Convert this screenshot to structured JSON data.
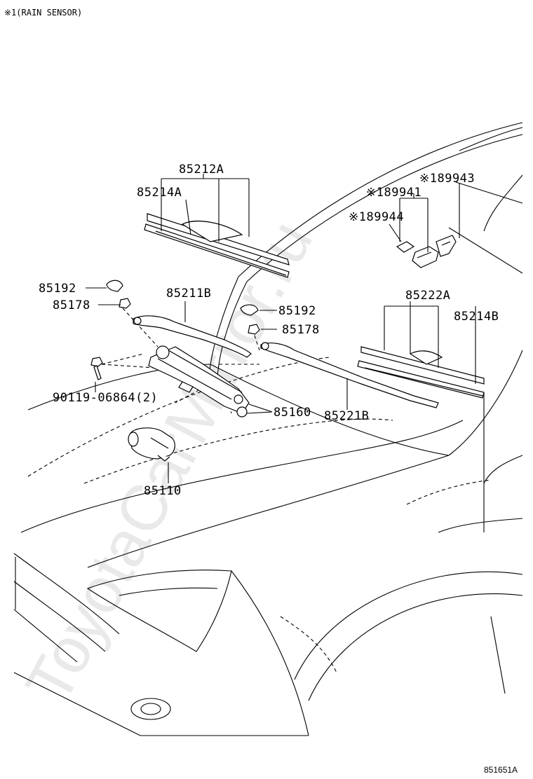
{
  "note": "※1(RAIN SENSOR)",
  "watermark": "ToyotaCarMirror.ru",
  "diagram_code": "851651A",
  "callouts": [
    {
      "id": "85212A",
      "label": "85212A"
    },
    {
      "id": "85214A",
      "label": "85214A"
    },
    {
      "id": "85192-left",
      "label": "85192"
    },
    {
      "id": "85178-left",
      "label": "85178"
    },
    {
      "id": "85211B",
      "label": "85211B"
    },
    {
      "id": "85192-right",
      "label": "85192"
    },
    {
      "id": "85178-right",
      "label": "85178"
    },
    {
      "id": "90119",
      "label": "90119-06864(2)"
    },
    {
      "id": "85160",
      "label": "85160"
    },
    {
      "id": "85221B",
      "label": "85221B"
    },
    {
      "id": "85110",
      "label": "85110"
    },
    {
      "id": "89943",
      "label": "※189943"
    },
    {
      "id": "89941",
      "label": "※189941"
    },
    {
      "id": "89944",
      "label": "※189944"
    },
    {
      "id": "85222A",
      "label": "85222A"
    },
    {
      "id": "85214B",
      "label": "85214B"
    }
  ]
}
